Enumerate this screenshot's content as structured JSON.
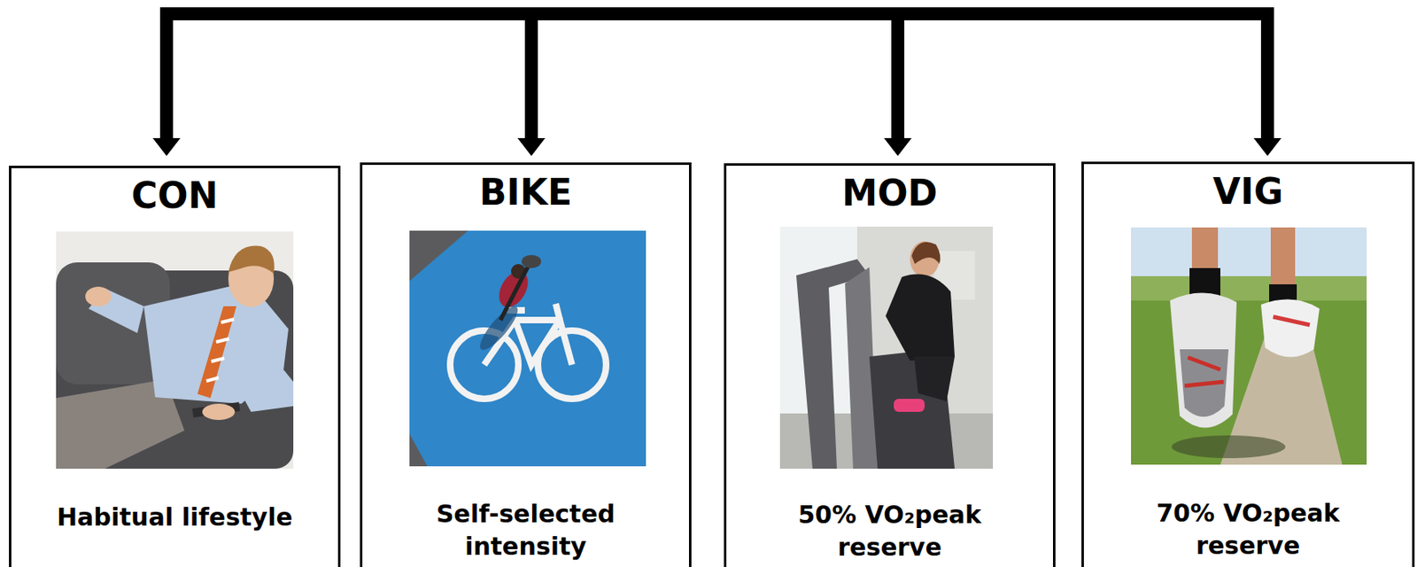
{
  "diagram": {
    "nodes": [
      {
        "text": [
          "CON",
          "Habitual lifestyle"
        ]
      },
      {
        "text": [
          "BIKE",
          "Self-selected intensity"
        ]
      },
      {
        "text": [
          "MOD",
          "50% VO₂peak reserve"
        ]
      },
      {
        "text": [
          "VIG",
          "70% VO₂peak reserve"
        ]
      }
    ]
  }
}
